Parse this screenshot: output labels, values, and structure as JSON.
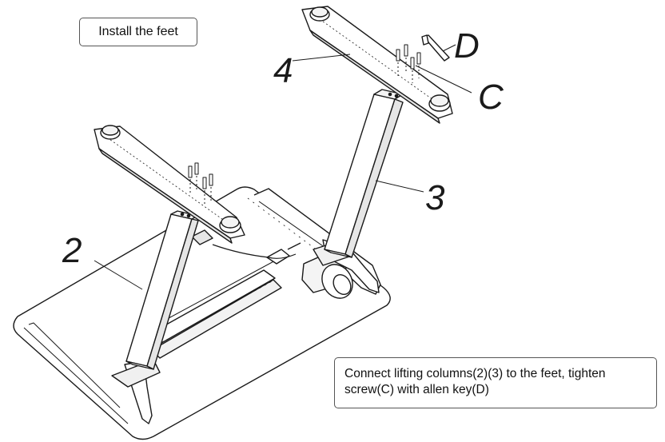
{
  "title": "Install the feet",
  "instruction": "Connect lifting columns(2)(3) to the feet, tighten screw(C) with allen key(D)",
  "callouts": {
    "column_left": "2",
    "column_right": "3",
    "foot": "4",
    "screw": "C",
    "allen_key": "D"
  },
  "colors": {
    "line": "#1a1a1a",
    "fill": "#ffffff",
    "shade": "#e6e6e6"
  }
}
